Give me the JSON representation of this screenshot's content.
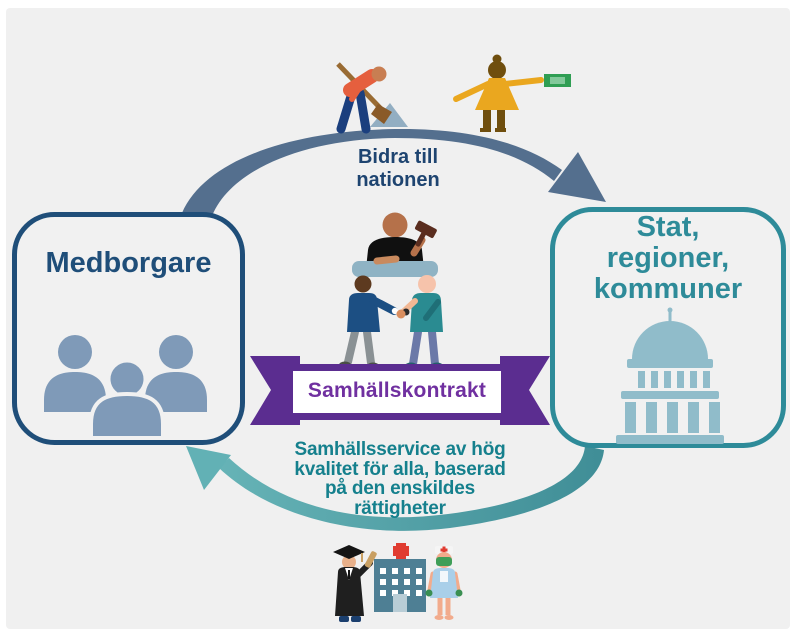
{
  "page": {
    "background": "#ffffff",
    "board_color": "#f0f0f0"
  },
  "left_box": {
    "label": "Medborgare",
    "border_color": "#1f4e79",
    "text_color": "#1f4e79",
    "icon": "people-group-icon",
    "icon_color": "#7f9ab8"
  },
  "right_box": {
    "label": "Stat,\nregioner,\nkommuner",
    "border_color": "#2e8b99",
    "text_color": "#2e8b99",
    "icon": "government-building-icon",
    "icon_color": "#90bcca"
  },
  "top_arrow": {
    "label": "Bidra till\nnationen",
    "text_color": "#1e4470",
    "color": "#546f8e",
    "icons": [
      "construction-worker-icon",
      "taxpayer-icon"
    ]
  },
  "bottom_arrow": {
    "label": "Samhällsservice av hög\nkvalitet för alla, baserad\npå den enskildes\nrättigheter",
    "text_color": "#15808d",
    "color_light": "#67b4b7",
    "color_dark": "#3f8d96",
    "icons": [
      "graduate-icon",
      "hospital-icon",
      "nurse-icon"
    ]
  },
  "ribbon": {
    "label": "Samhällskontrakt",
    "band_color": "#5b2d90",
    "text_color": "#7030a0"
  },
  "center": {
    "icons": [
      "judge-icon",
      "handshake-icon"
    ]
  }
}
